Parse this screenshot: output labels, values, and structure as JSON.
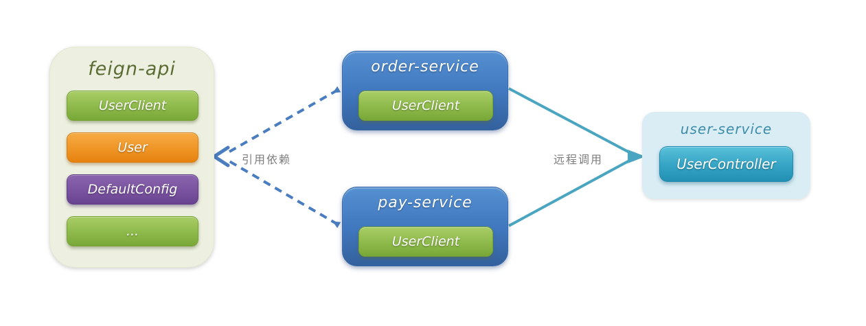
{
  "diagram": {
    "feign_api": {
      "title": "feign-api",
      "items": [
        {
          "label": "UserClient",
          "variant": "green"
        },
        {
          "label": "User",
          "variant": "orange"
        },
        {
          "label": "DefaultConfig",
          "variant": "purple"
        },
        {
          "label": "...",
          "variant": "green"
        }
      ]
    },
    "order_service": {
      "title": "order-service",
      "client": "UserClient"
    },
    "pay_service": {
      "title": "pay-service",
      "client": "UserClient"
    },
    "user_service": {
      "title": "user-service",
      "controller": "UserController"
    },
    "edge_labels": {
      "dependency": "引用依赖",
      "remote_call": "远程调用"
    },
    "colors": {
      "feign_panel_bg": "#edf0e0",
      "feign_title": "#5a6b33",
      "green_box": "#8db94a",
      "orange_box": "#ef9526",
      "purple_box": "#7a53a0",
      "blue_service_box": "#3f76bd",
      "user_panel_bg": "#daedf5",
      "user_title": "#3d8ca8",
      "teal_box": "#35a3c4",
      "dashed_edge": "#4a7dbf",
      "solid_edge": "#4aa6c0",
      "edge_label_text": "#7d7d7d"
    }
  }
}
